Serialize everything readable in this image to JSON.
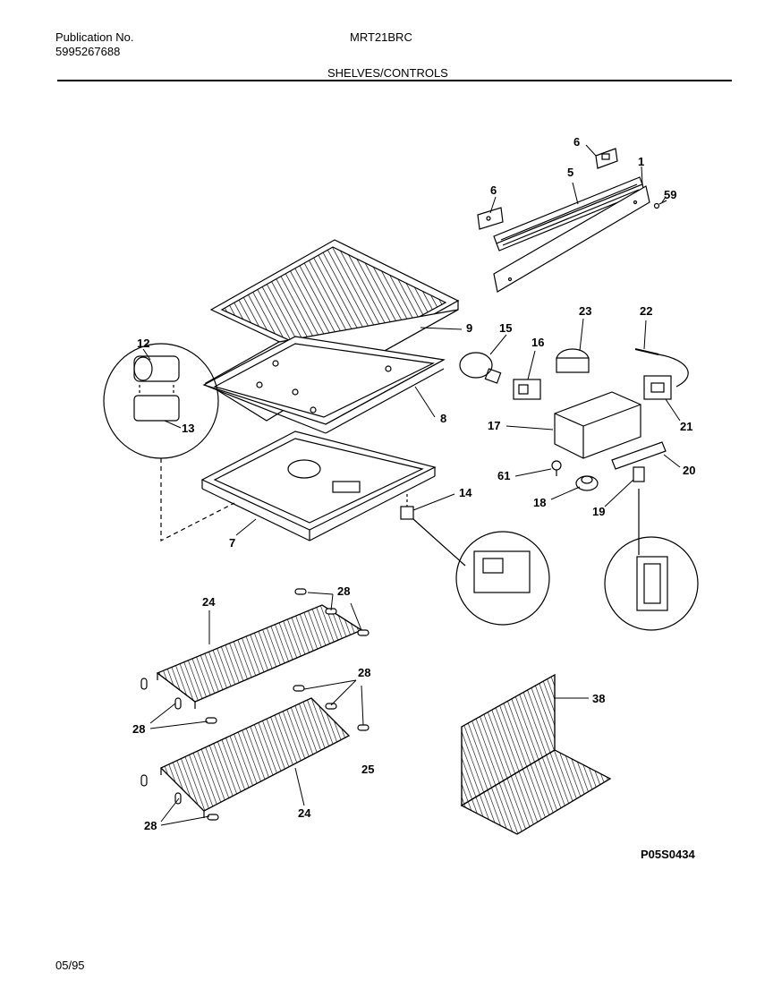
{
  "header": {
    "publication_label": "Publication No.",
    "publication_number": "5995267688",
    "model": "MRT21BRC",
    "section_title": "SHELVES/CONTROLS"
  },
  "footer": {
    "date": "05/95",
    "drawing_code": "P05S0434"
  },
  "callouts": [
    {
      "id": "c6a",
      "text": "6"
    },
    {
      "id": "c1",
      "text": "1"
    },
    {
      "id": "c5",
      "text": "5"
    },
    {
      "id": "c6b",
      "text": "6"
    },
    {
      "id": "c59",
      "text": "59"
    },
    {
      "id": "c9",
      "text": "9"
    },
    {
      "id": "c15",
      "text": "15"
    },
    {
      "id": "c23",
      "text": "23"
    },
    {
      "id": "c22",
      "text": "22"
    },
    {
      "id": "c12",
      "text": "12"
    },
    {
      "id": "c16",
      "text": "16"
    },
    {
      "id": "c13",
      "text": "13"
    },
    {
      "id": "c8",
      "text": "8"
    },
    {
      "id": "c17",
      "text": "17"
    },
    {
      "id": "c21",
      "text": "21"
    },
    {
      "id": "c61",
      "text": "61"
    },
    {
      "id": "c20",
      "text": "20"
    },
    {
      "id": "c14",
      "text": "14"
    },
    {
      "id": "c18",
      "text": "18"
    },
    {
      "id": "c19",
      "text": "19"
    },
    {
      "id": "c7",
      "text": "7"
    },
    {
      "id": "c24a",
      "text": "24"
    },
    {
      "id": "c28a",
      "text": "28"
    },
    {
      "id": "c28b",
      "text": "28"
    },
    {
      "id": "c28c",
      "text": "28"
    },
    {
      "id": "c38",
      "text": "38"
    },
    {
      "id": "c25",
      "text": "25"
    },
    {
      "id": "c28d",
      "text": "28"
    },
    {
      "id": "c24b",
      "text": "24"
    }
  ]
}
